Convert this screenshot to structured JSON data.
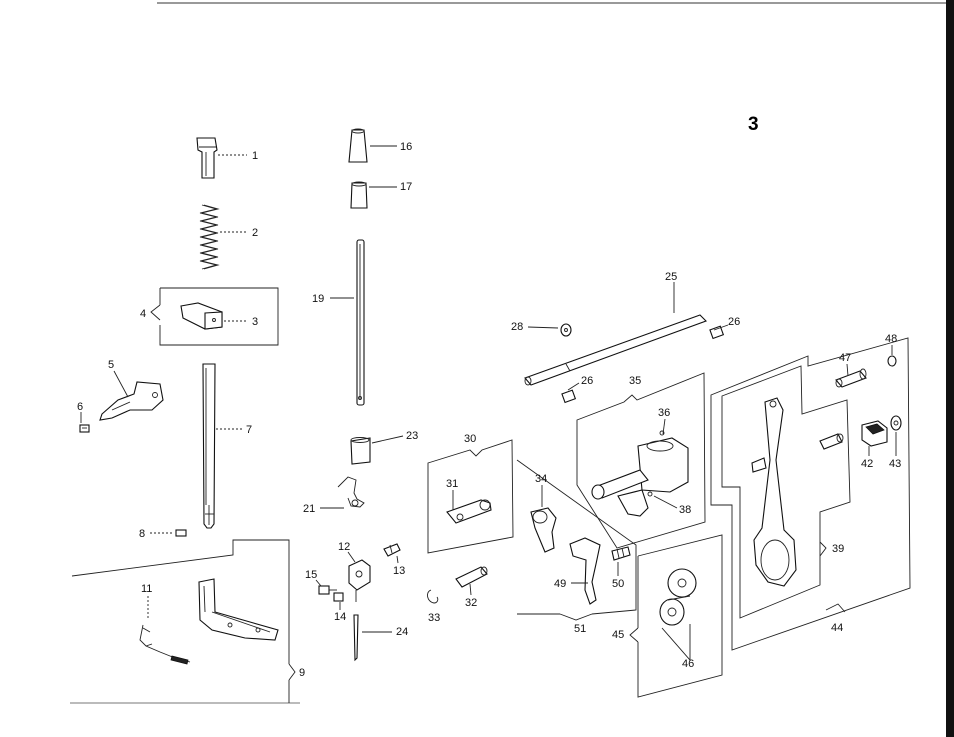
{
  "page_number": "3",
  "labels": {
    "p1": "1",
    "p2": "2",
    "p3": "3",
    "p4": "4",
    "p5": "5",
    "p6": "6",
    "p7": "7",
    "p8": "8",
    "p9": "9",
    "p11": "11",
    "p12": "12",
    "p13": "13",
    "p14": "14",
    "p15": "15",
    "p16": "16",
    "p17": "17",
    "p19": "19",
    "p21": "21",
    "p23": "23",
    "p24": "24",
    "p25": "25",
    "p26a": "26",
    "p26b": "26",
    "p28": "28",
    "p30": "30",
    "p31": "31",
    "p32": "32",
    "p33": "33",
    "p34": "34",
    "p35": "35",
    "p36": "36",
    "p38": "38",
    "p39": "39",
    "p42": "42",
    "p43": "43",
    "p44": "44",
    "p45": "45",
    "p46": "46",
    "p47": "47",
    "p48": "48",
    "p49": "49",
    "p50": "50",
    "p51": "51"
  }
}
